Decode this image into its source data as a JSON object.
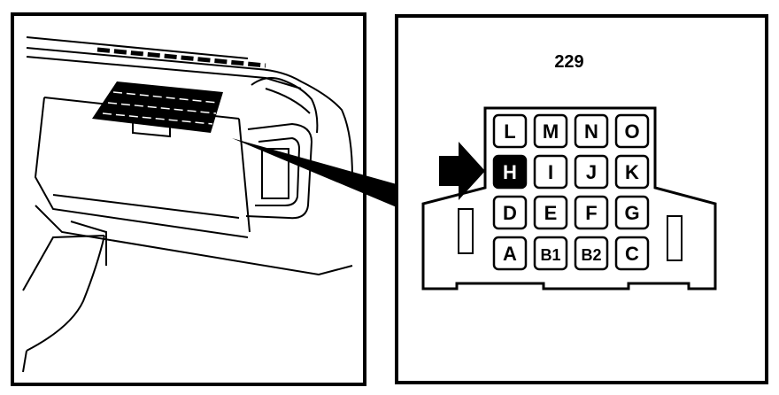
{
  "connector": {
    "number": "229",
    "rows": [
      [
        "L",
        "M",
        "N",
        "O"
      ],
      [
        "H",
        "I",
        "J",
        "K"
      ],
      [
        "D",
        "E",
        "F",
        "G"
      ],
      [
        "A",
        "B1",
        "B2",
        "C"
      ]
    ],
    "highlighted_pin": "H",
    "highlight_color": "#000000"
  },
  "icons": {
    "pointer": "arrow-right-icon"
  }
}
